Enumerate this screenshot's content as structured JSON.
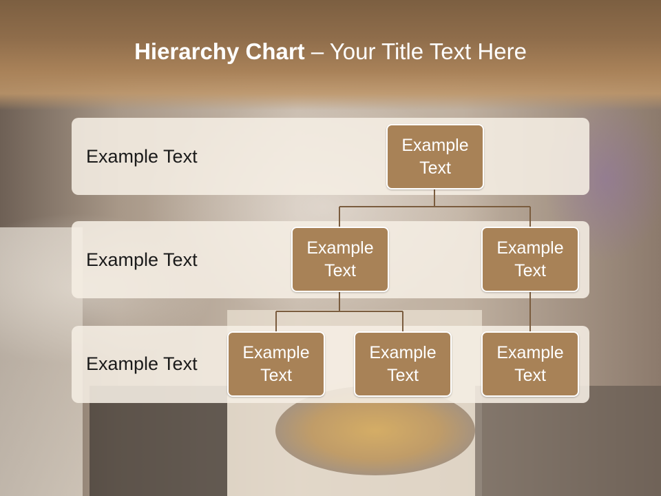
{
  "title": {
    "bold": "Hierarchy Chart",
    "rest": " – Your Title Text Here"
  },
  "rows": [
    {
      "label": "Example Text"
    },
    {
      "label": "Example Text"
    },
    {
      "label": "Example Text"
    }
  ],
  "nodes": {
    "root": "Example Text",
    "level2_left": "Example Text",
    "level2_right": "Example Text",
    "level3_a": "Example Text",
    "level3_b": "Example Text",
    "level3_c": "Example Text"
  },
  "colors": {
    "node_fill": "#a88257",
    "node_border": "#ffffff",
    "connector": "#7a5c3e",
    "band": "#f5eee4"
  }
}
